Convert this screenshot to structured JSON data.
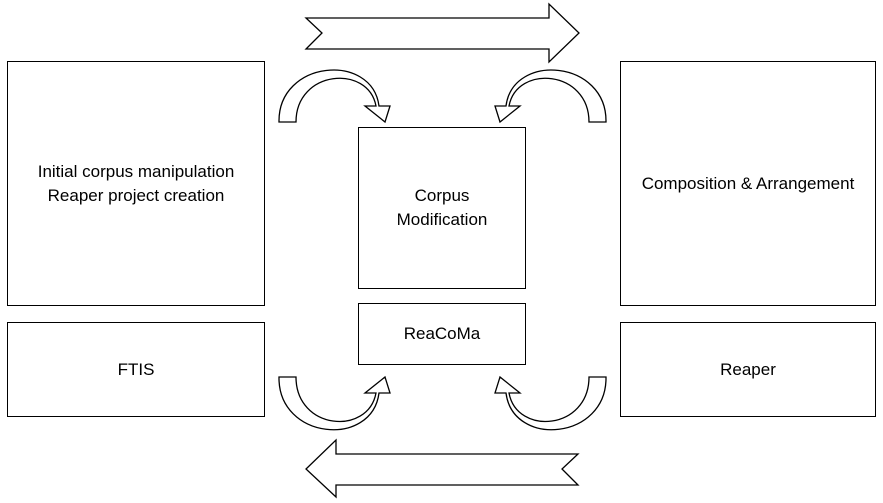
{
  "boxes": {
    "left_top": {
      "lines": [
        "Initial corpus manipulation",
        "Reaper project creation"
      ]
    },
    "left_bottom": {
      "label": "FTIS"
    },
    "center_top": {
      "lines": [
        "Corpus",
        "Modification"
      ]
    },
    "center_bottom": {
      "label": "ReaCoMa"
    },
    "right_top": {
      "label": "Composition & Arrangement"
    },
    "right_bottom": {
      "label": "Reaper"
    }
  },
  "arrows": {
    "top": "right",
    "bottom": "left"
  }
}
